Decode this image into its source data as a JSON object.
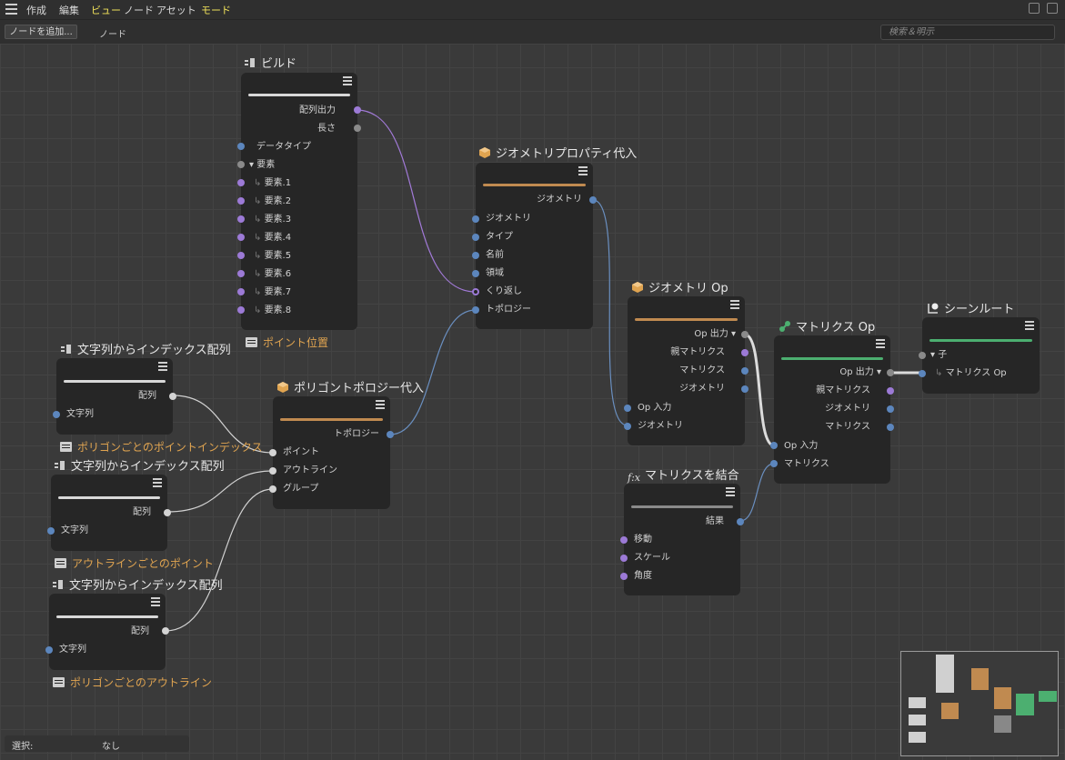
{
  "menu": [
    "作成",
    "編集",
    "ビュー",
    "ノード",
    "アセット",
    "モード"
  ],
  "toolbar": {
    "add_node": "ノードを追加...",
    "label": "ノード",
    "search_placeholder": "検索＆明示"
  },
  "nodes": {
    "build": {
      "title": "ビルド",
      "outputs": [
        "配列出力",
        "長さ"
      ],
      "inputs": [
        "データタイプ",
        "要素",
        "要素.1",
        "要素.2",
        "要素.3",
        "要素.4",
        "要素.5",
        "要素.6",
        "要素.7",
        "要素.8"
      ],
      "comment": "ポイント位置"
    },
    "geomprop": {
      "title": "ジオメトリプロパティ代入",
      "outputs": [
        "ジオメトリ"
      ],
      "inputs": [
        "ジオメトリ",
        "タイプ",
        "名前",
        "領域",
        "くり返し",
        "トポロジー"
      ]
    },
    "strindex1": {
      "title": "文字列からインデックス配列",
      "outputs": [
        "配列"
      ],
      "inputs": [
        "文字列"
      ],
      "comment": "ポリゴンごとのポイントインデックス"
    },
    "strindex2": {
      "title": "文字列からインデックス配列",
      "outputs": [
        "配列"
      ],
      "inputs": [
        "文字列"
      ],
      "comment": "アウトラインごとのポイント"
    },
    "strindex3": {
      "title": "文字列からインデックス配列",
      "outputs": [
        "配列"
      ],
      "inputs": [
        "文字列"
      ],
      "comment": "ポリゴンごとのアウトライン"
    },
    "polytopo": {
      "title": "ポリゴントポロジー代入",
      "outputs": [
        "トポロジー"
      ],
      "inputs": [
        "ポイント",
        "アウトライン",
        "グループ"
      ]
    },
    "geomop": {
      "title": "ジオメトリ Op",
      "outputs": [
        "Op 出力",
        "親マトリクス",
        "マトリクス",
        "ジオメトリ"
      ],
      "inputs": [
        "Op 入力",
        "ジオメトリ"
      ]
    },
    "combine": {
      "title": "マトリクスを結合",
      "outputs": [
        "結果"
      ],
      "inputs": [
        "移動",
        "スケール",
        "角度"
      ]
    },
    "matrixop": {
      "title": "マトリクス Op",
      "outputs": [
        "Op 出力",
        "親マトリクス",
        "ジオメトリ",
        "マトリクス"
      ],
      "inputs": [
        "Op 入力",
        "マトリクス"
      ]
    },
    "sceneroot": {
      "title": "シーンルート",
      "inputs": [
        "子",
        "マトリクス Op"
      ]
    }
  },
  "status": {
    "label": "選択:",
    "value": "なし"
  },
  "colors": {
    "accent_yellow": "#f2e35a",
    "comment_orange": "#e0a450",
    "bar_orange": "#c08a50",
    "bar_green": "#4caf70",
    "bar_white": "#d8d8d8"
  }
}
